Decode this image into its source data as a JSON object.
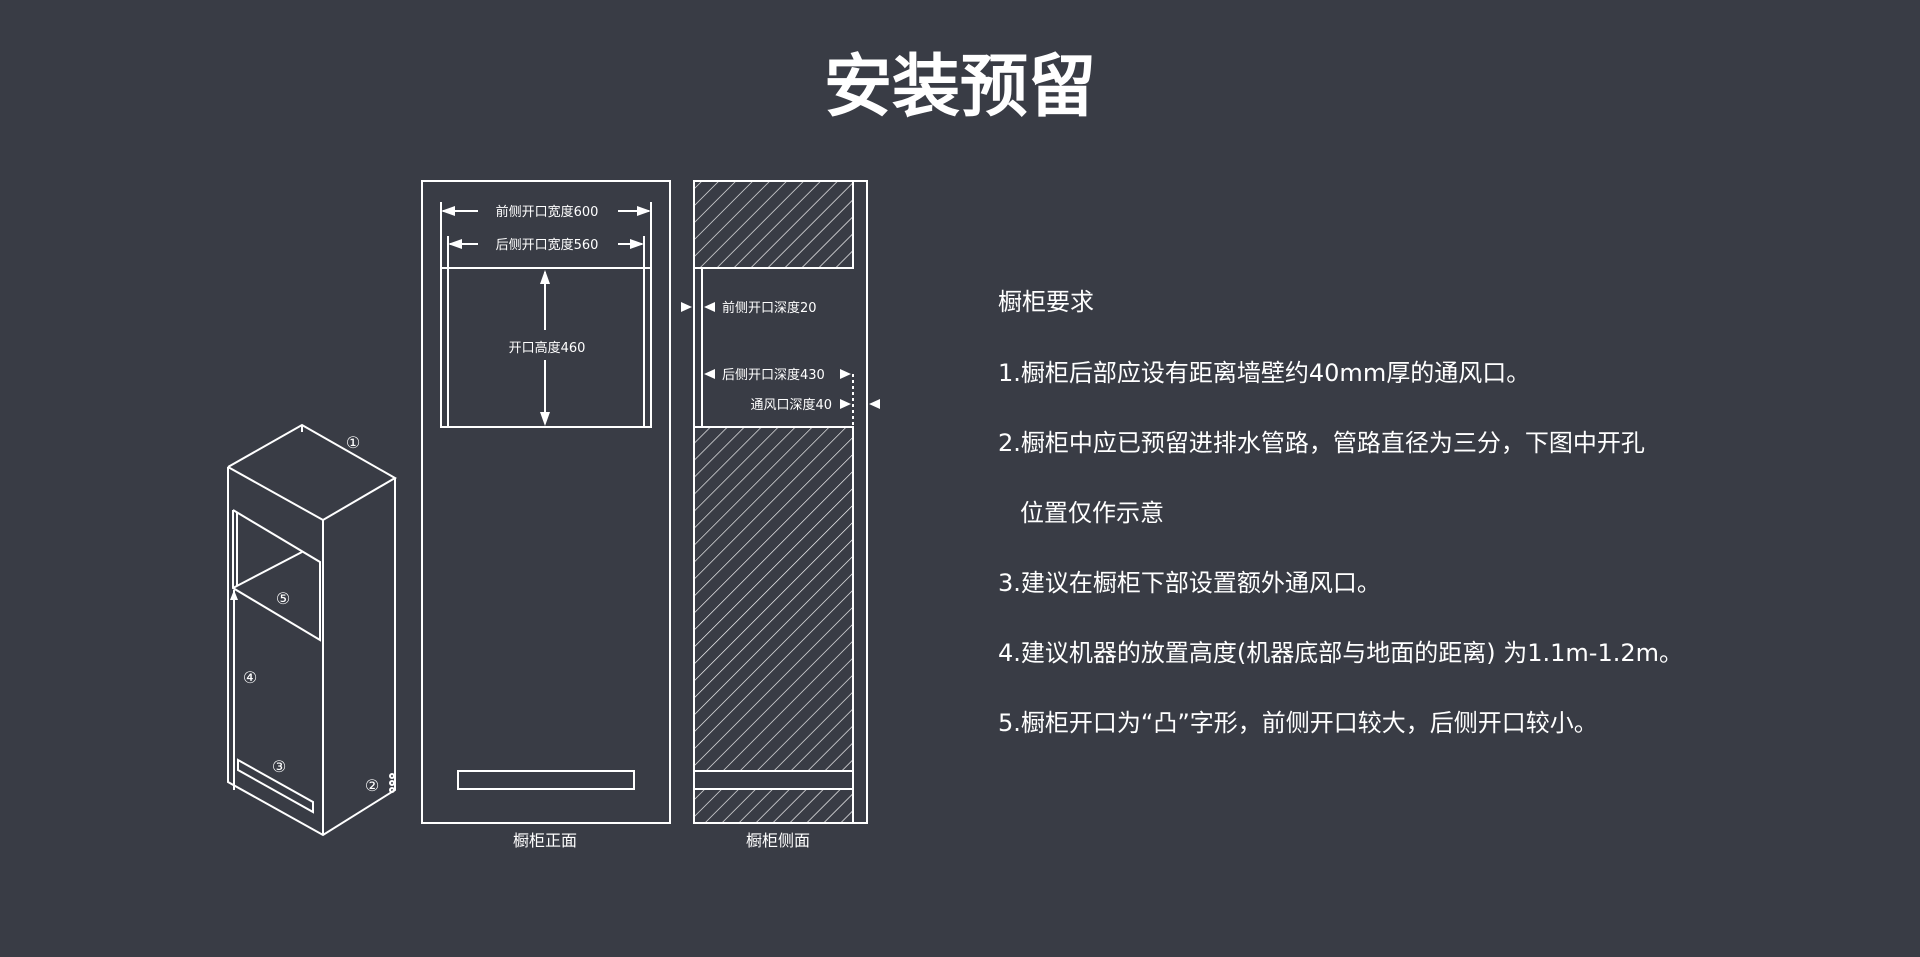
{
  "title": "安装预留",
  "colors": {
    "background": "#393c45",
    "foreground": "#ffffff"
  },
  "iso_view": {
    "markers": [
      "①",
      "②",
      "③",
      "④",
      "⑤"
    ]
  },
  "front_view": {
    "caption": "橱柜正面",
    "front_width": "前侧开口宽度600",
    "back_width": "后侧开口宽度560",
    "height": "开口高度460"
  },
  "side_view": {
    "caption": "橱柜侧面",
    "front_depth": "前侧开口深度20",
    "back_depth": "后侧开口深度430",
    "vent_depth": "通风口深度40"
  },
  "requirements": {
    "heading": "橱柜要求",
    "items": [
      "1.橱柜后部应设有距离墙壁约40mm厚的通风口。",
      "2.橱柜中应已预留进排水管路，管路直径为三分，下图中开孔",
      "位置仅作示意",
      "3.建议在橱柜下部设置额外通风口。",
      "4.建议机器的放置高度(机器底部与地面的距离) 为1.1m-1.2m。",
      "5.橱柜开口为“凸”字形，前侧开口较大，后侧开口较小。"
    ]
  }
}
